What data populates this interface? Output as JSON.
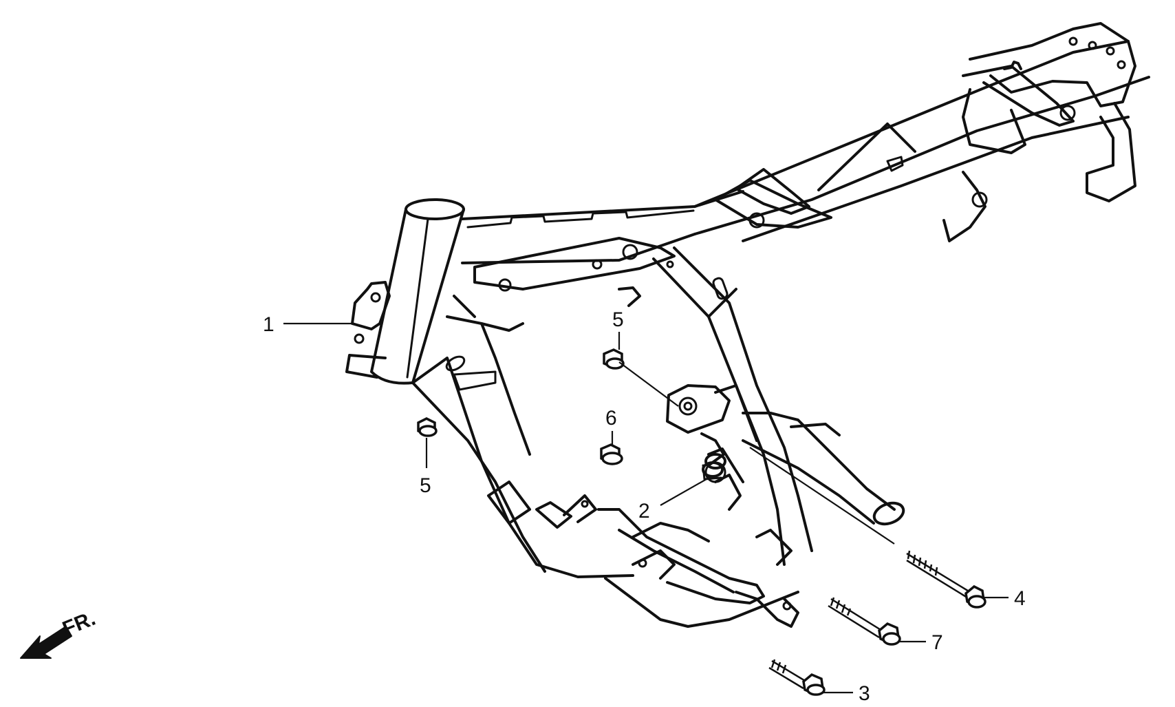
{
  "callouts": {
    "c1": "1",
    "c2": "2",
    "c3": "3",
    "c4": "4",
    "c5a": "5",
    "c5b": "5",
    "c6": "6",
    "c7": "7"
  },
  "direction": {
    "label": "FR.",
    "icon": "arrow-front-icon"
  },
  "colors": {
    "ink": "#111111",
    "paper": "#ffffff"
  }
}
